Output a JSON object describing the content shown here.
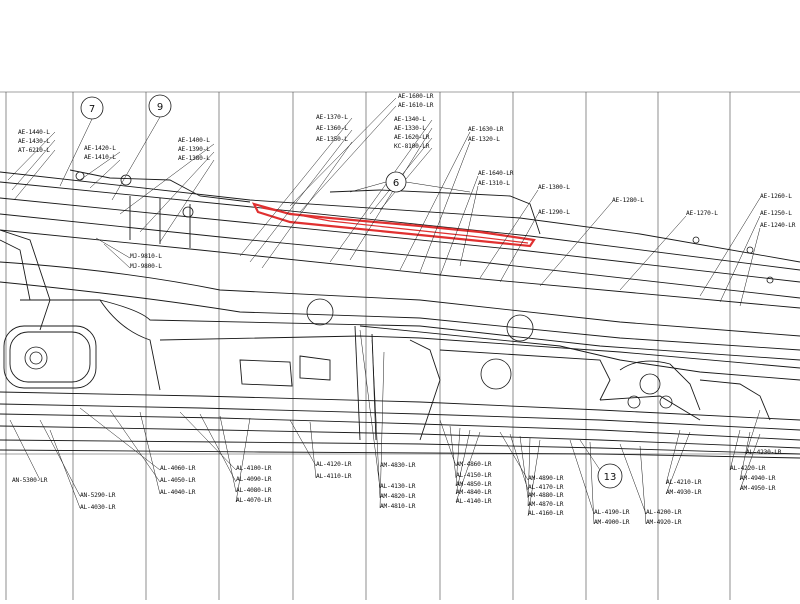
{
  "diagram": {
    "highlight_color": "#e03030",
    "line_color": "#1a1a1a",
    "grid_color": "#444444",
    "callouts": [
      {
        "id": "c7",
        "num": "7"
      },
      {
        "id": "c9",
        "num": "9"
      },
      {
        "id": "c6",
        "num": "6"
      },
      {
        "id": "c13",
        "num": "13"
      }
    ],
    "labels": [
      "AE-1440-L",
      "AE-1430-L",
      "AT-6210-L",
      "AE-1420-L",
      "AE-1410-L",
      "AE-1400-L",
      "AE-1390-L",
      "AE-1380-L",
      "AE-1370-L",
      "AE-1360-L",
      "AE-1350-L",
      "AE-1600-LR",
      "AE-1610-LR",
      "AE-1340-L",
      "AE-1330-L",
      "AE-1620-LR",
      "KC-8100-LR",
      "AE-1630-LR",
      "AE-1320-L",
      "AE-1640-LR",
      "AE-1310-L",
      "AE-1300-L",
      "AE-1290-L",
      "AE-1280-L",
      "AE-1270-L",
      "AE-1260-L",
      "AE-1250-L",
      "AE-1240-LR",
      "MJ-9810-L",
      "MJ-9800-L",
      "AN-5300-LR",
      "AN-5290-LR",
      "AL-4030-LR",
      "AL-4060-LR",
      "AL-4050-LR",
      "AL-4040-LR",
      "AL-4100-LR",
      "AL-4090-LR",
      "AL-4080-LR",
      "AL-4070-LR",
      "AL-4120-LR",
      "AL-4110-LR",
      "AL-4130-LR",
      "AM-4830-LR",
      "AM-4820-LR",
      "AM-4810-LR",
      "AM-4860-LR",
      "AL-4150-LR",
      "AM-4850-LR",
      "AM-4840-LR",
      "AL-4140-LR",
      "AM-4890-LR",
      "AL-4170-LR",
      "AM-4880-LR",
      "AM-4870-LR",
      "AL-4160-LR",
      "AL-4190-LR",
      "AM-4900-LR",
      "AL-4200-LR",
      "AM-4920-LR",
      "AL-4210-LR",
      "AM-4930-LR",
      "AL-4230-LR",
      "AL-4220-LR",
      "AM-4940-LR",
      "AM-4950-LR"
    ]
  }
}
